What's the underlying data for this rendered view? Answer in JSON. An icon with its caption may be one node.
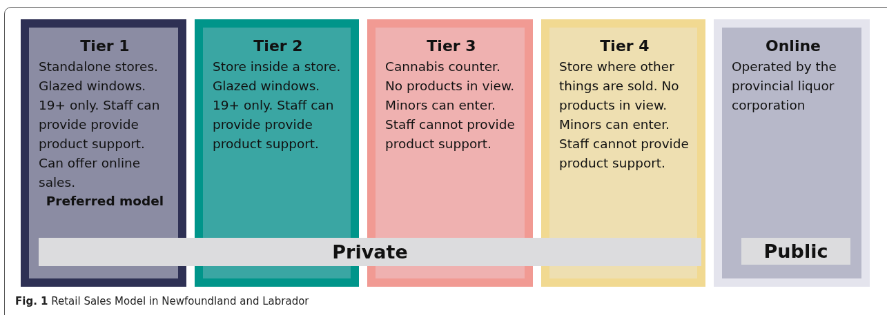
{
  "diagram": {
    "caption": "**Fig. 1** Retail Sales Model in Newfoundland and Labrador",
    "nodes": [
      {
        "text": [
          "Tier 1",
          "Standalone stores. Glazed windows. 19+ only. Staff can provide provide product support. Can offer online sales.",
          "Preferred model"
        ]
      },
      {
        "text": [
          "Tier 2",
          "Store inside a store. Glazed windows. 19+ only. Staff can provide provide product support."
        ]
      },
      {
        "text": [
          "Tier 3",
          "Cannabis counter. No products in view. Minors can enter. Staff cannot provide product support."
        ]
      },
      {
        "text": [
          "Tier 4",
          "Store where other things are sold. No products in view. Minors can enter. Staff cannot provide product support."
        ]
      },
      {
        "text": [
          "Online",
          "Operated by the provincial liquor corporation"
        ]
      },
      {
        "text": [
          "Private"
        ]
      },
      {
        "text": [
          "Public"
        ],
        "in": 4
      }
    ]
  }
}
